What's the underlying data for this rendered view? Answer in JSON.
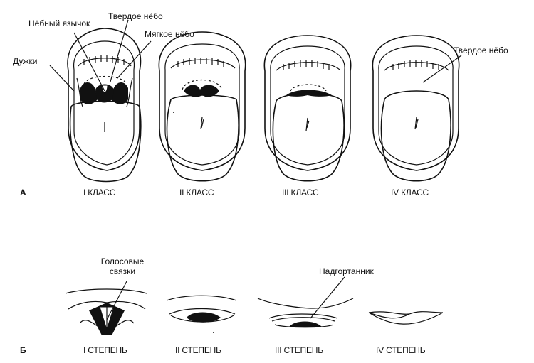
{
  "sectionA": {
    "letter": "А",
    "labels": {
      "uvula": "Нёбный язычок",
      "hard_palate": "Твердое нёбо",
      "soft_palate": "Мягкое нёбо",
      "arches": "Дужки",
      "hard_palate_right": "Твердое нёбо"
    },
    "classes": [
      "I КЛАСС",
      "II КЛАСС",
      "III КЛАСС",
      "IV КЛАСС"
    ]
  },
  "sectionB": {
    "letter": "Б",
    "labels": {
      "vocal_cords": "Голосовые\nсвязки",
      "vocal_cords_line1": "Голосовые",
      "vocal_cords_line2": "связки",
      "epiglottis": "Надгортанник"
    },
    "grades": [
      "I СТЕПЕНЬ",
      "II СТЕПЕНЬ",
      "III СТЕПЕНЬ",
      "IV СТЕПЕНЬ"
    ]
  }
}
